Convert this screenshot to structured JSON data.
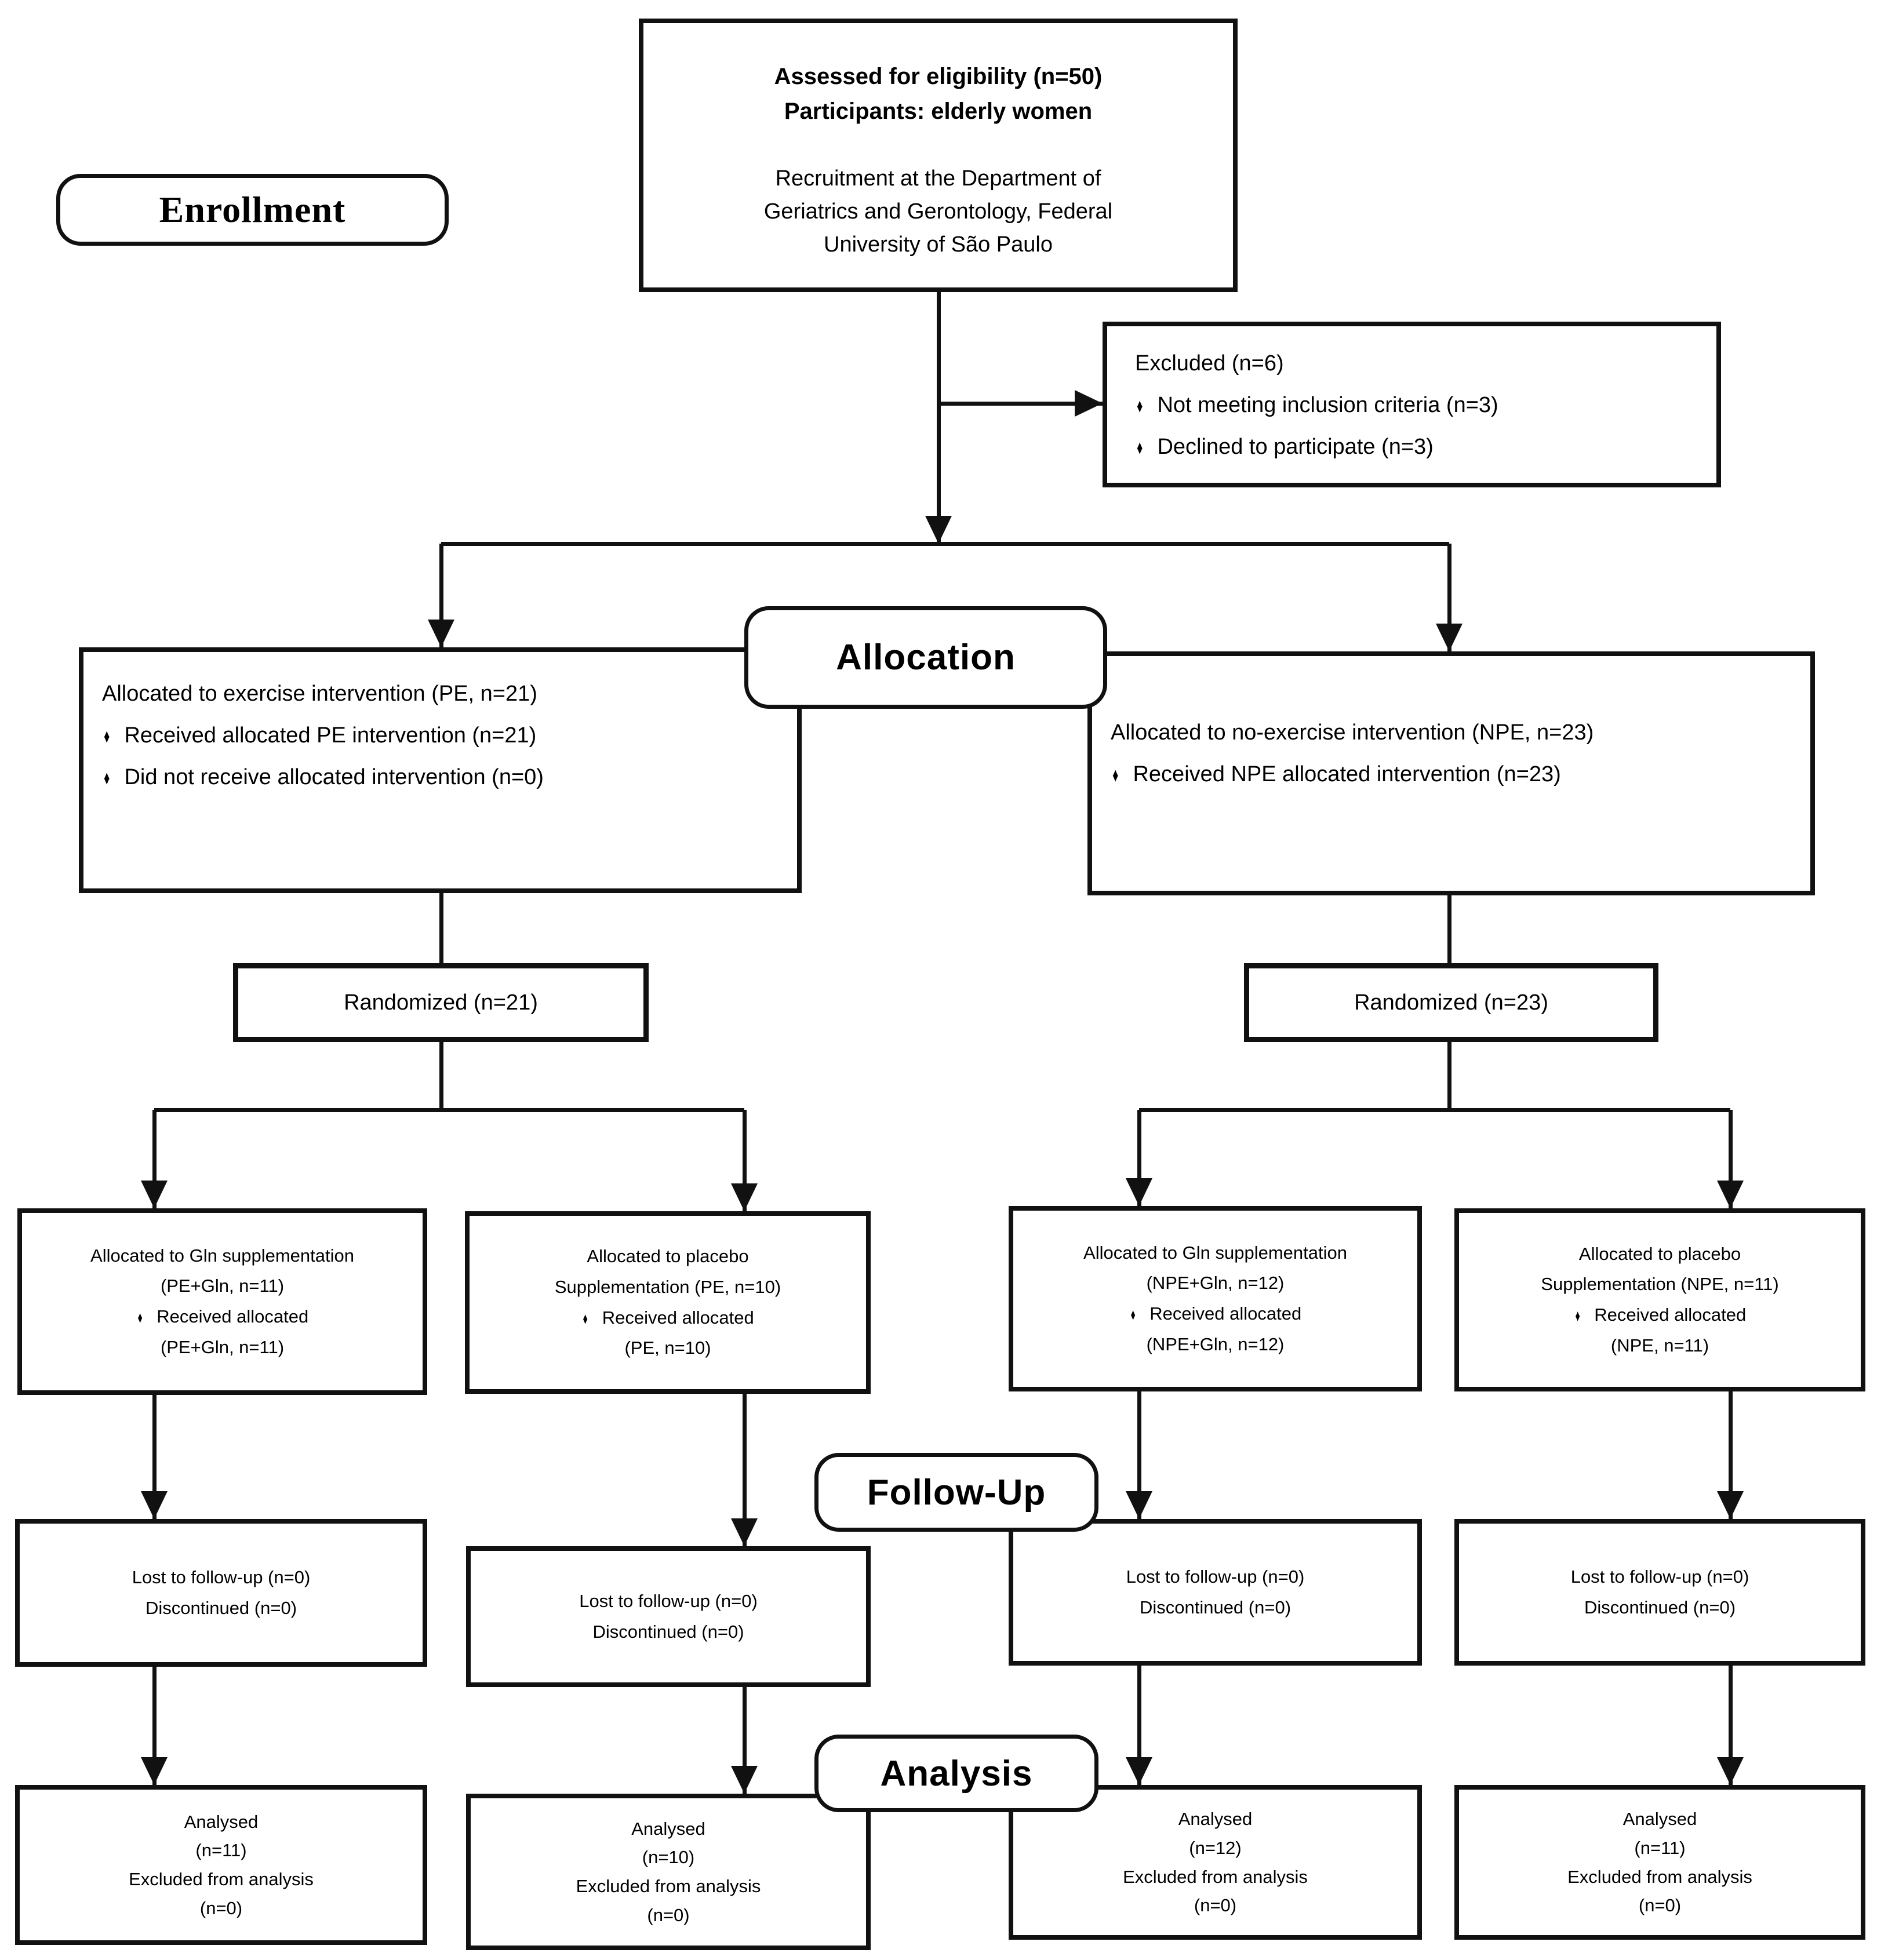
{
  "colors": {
    "ink": "#111111",
    "background": "#ffffff"
  },
  "flow": {
    "stages": {
      "enrollment": "Enrollment",
      "allocation": "Allocation",
      "followup": "Follow-Up",
      "analysis": "Analysis"
    },
    "bullet_glyph": "♦",
    "assessed": {
      "title": "Assessed for eligibility (n=50)\nParticipants: elderly women",
      "subtitle": "Recruitment at the Department of\nGeriatrics and Gerontology, Federal\nUniversity of São Paulo"
    },
    "excluded": {
      "title": "Excluded (n=6)",
      "bullets": [
        "Not meeting inclusion criteria (n=3)",
        "Declined to participate (n=3)"
      ]
    },
    "allocation_left": {
      "title": "Allocated to exercise intervention (PE, n=21)",
      "bullets": [
        "Received allocated PE intervention (n=21)",
        "Did not receive allocated intervention (n=0)"
      ]
    },
    "allocation_right": {
      "title": "Allocated to no-exercise intervention (NPE, n=23)",
      "bullets": [
        "Received NPE allocated intervention (n=23)"
      ]
    },
    "randomized_left": "Randomized (n=21)",
    "randomized_right": "Randomized (n=23)",
    "arms": [
      {
        "allocation": "Allocated to Gln supplementation\n(PE+Gln, n=11)",
        "received": "Received allocated",
        "received_detail": "(PE+Gln, n=11)",
        "followup": "Lost to follow-up (n=0)\nDiscontinued (n=0)",
        "analysis": "Analysed\n(n=11)\nExcluded from analysis\n(n=0)"
      },
      {
        "allocation": "Allocated to placebo\nSupplementation (PE, n=10)",
        "received": "Received allocated",
        "received_detail": "(PE, n=10)",
        "followup": "Lost to follow-up (n=0)\nDiscontinued (n=0)",
        "analysis": "Analysed\n(n=10)\nExcluded from analysis\n(n=0)"
      },
      {
        "allocation": "Allocated to Gln supplementation\n(NPE+Gln, n=12)",
        "received": "Received allocated",
        "received_detail": "(NPE+Gln, n=12)",
        "followup": "Lost to follow-up (n=0)\nDiscontinued (n=0)",
        "analysis": "Analysed\n(n=12)\nExcluded from analysis\n(n=0)"
      },
      {
        "allocation": "Allocated to placebo\nSupplementation (NPE, n=11)",
        "received": "Received allocated",
        "received_detail": "(NPE, n=11)",
        "followup": "Lost to follow-up (n=0)\nDiscontinued (n=0)",
        "analysis": "Analysed\n(n=11)\nExcluded from analysis\n(n=0)"
      }
    ]
  }
}
